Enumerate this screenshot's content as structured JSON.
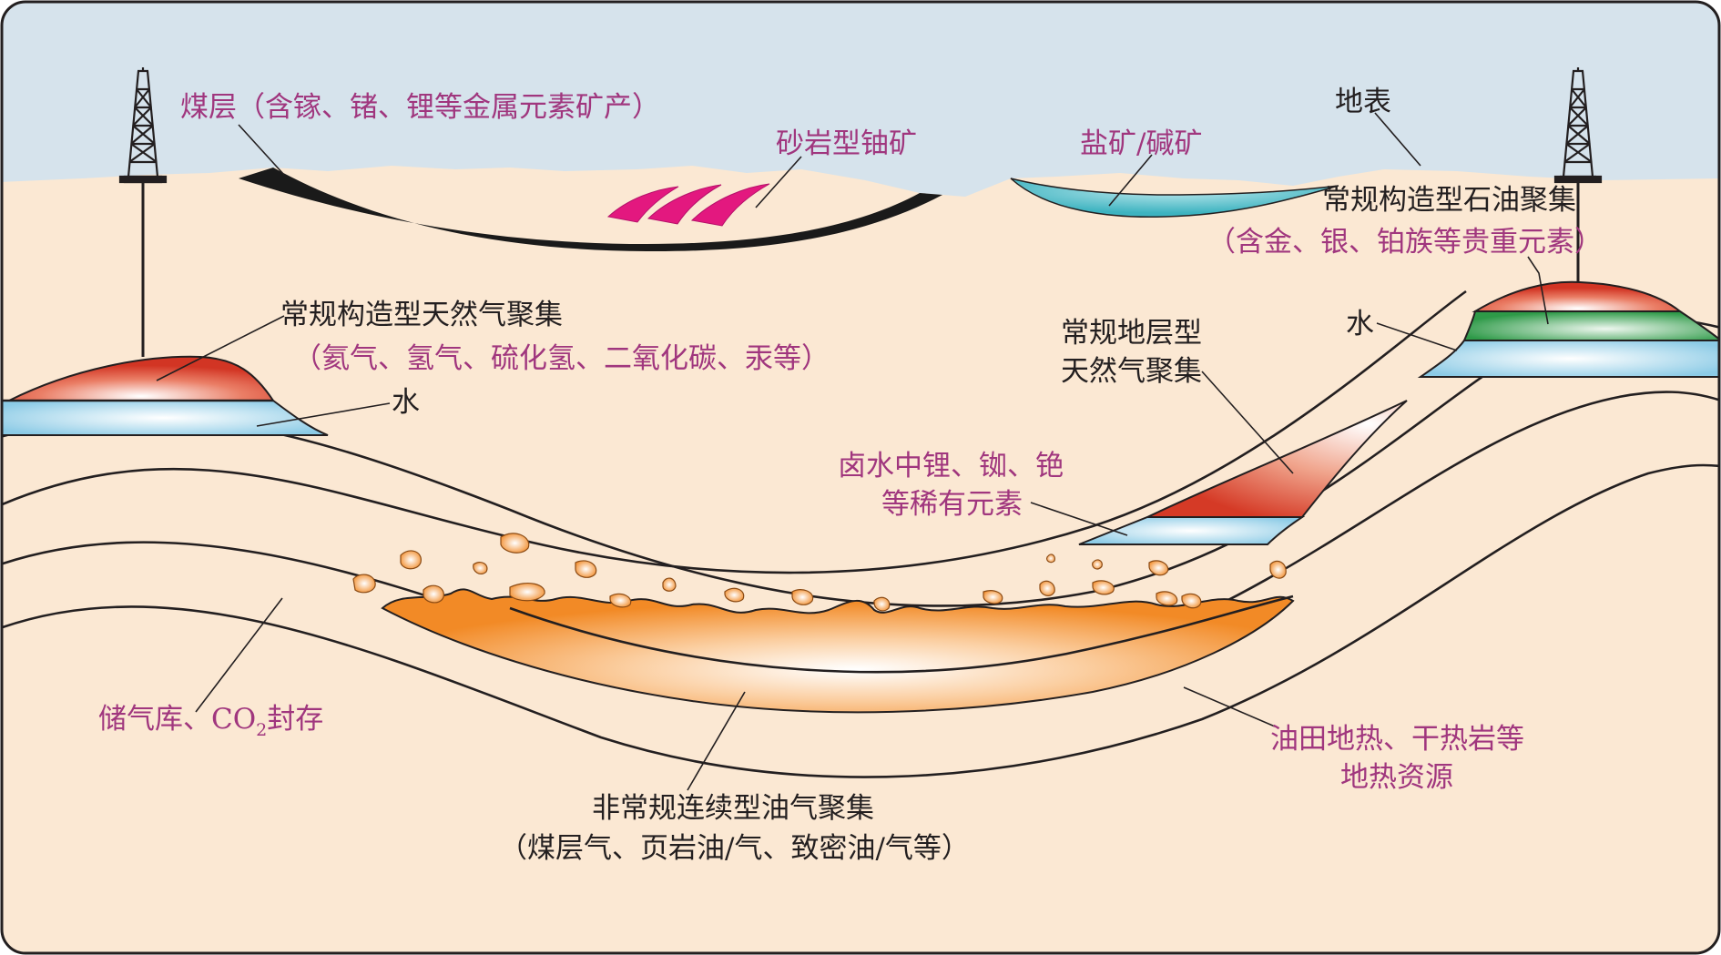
{
  "labels": {
    "coal": "煤层（含镓、锗、锂等金属元素矿产）",
    "uranium": "砂岩型铀矿",
    "salt": "盐矿/碱矿",
    "surface": "地表",
    "oil_title": "常规构造型石油聚集",
    "oil_sub": "（含金、银、铂族等贵重元素）",
    "water_right": "水",
    "gas_title": "常规构造型天然气聚集",
    "gas_sub": "（氦气、氢气、硫化氢、二氧化碳、汞等）",
    "water_left": "水",
    "strat_gas_1": "常规地层型",
    "strat_gas_2": "天然气聚集",
    "brine_1": "卤水中锂、铷、铯",
    "brine_2": "等稀有元素",
    "storage_a": "储气库、CO",
    "storage_sub": "2",
    "storage_b": "封存",
    "geo_1": "油田地热、干热岩等",
    "geo_2": "地热资源",
    "unconv_1": "非常规连续型油气聚集",
    "unconv_2": "（煤层气、页岩油/气、致密油/气等）"
  },
  "colors": {
    "sky": "#d6e3ec",
    "ground": "#fbe8d3",
    "label_pink": "#a0367e",
    "label_dark": "#231f20",
    "gas_red": "#d53a26",
    "oil_green": "#2e9a48",
    "water_blue": "#8ccbe6",
    "salt_teal": "#41b8c4",
    "uranium_magenta": "#e3187f",
    "unconventional_orange": "#f28a26",
    "coal_black": "#1a1a1a"
  },
  "icons": {
    "left_derrick": "oil-derrick-icon",
    "right_derrick": "oil-derrick-icon"
  }
}
